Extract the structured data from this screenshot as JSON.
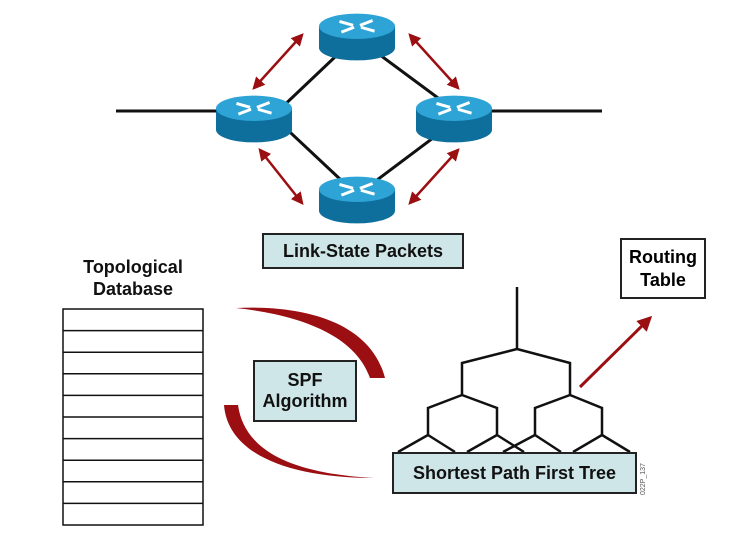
{
  "labels": {
    "link_state_packets": "Link-State Packets",
    "topological_database_line1": "Topological",
    "topological_database_line2": "Database",
    "spf_line1": "SPF",
    "spf_line2": "Algorithm",
    "routing_table_line1": "Routing",
    "routing_table_line2": "Table",
    "spt": "Shortest Path First Tree",
    "watermark": "022P_137"
  },
  "database_rows": 10,
  "colors": {
    "router": "#1f8fc0",
    "arrow": "#9b0f12",
    "label_fill": "#cfe6e8"
  }
}
